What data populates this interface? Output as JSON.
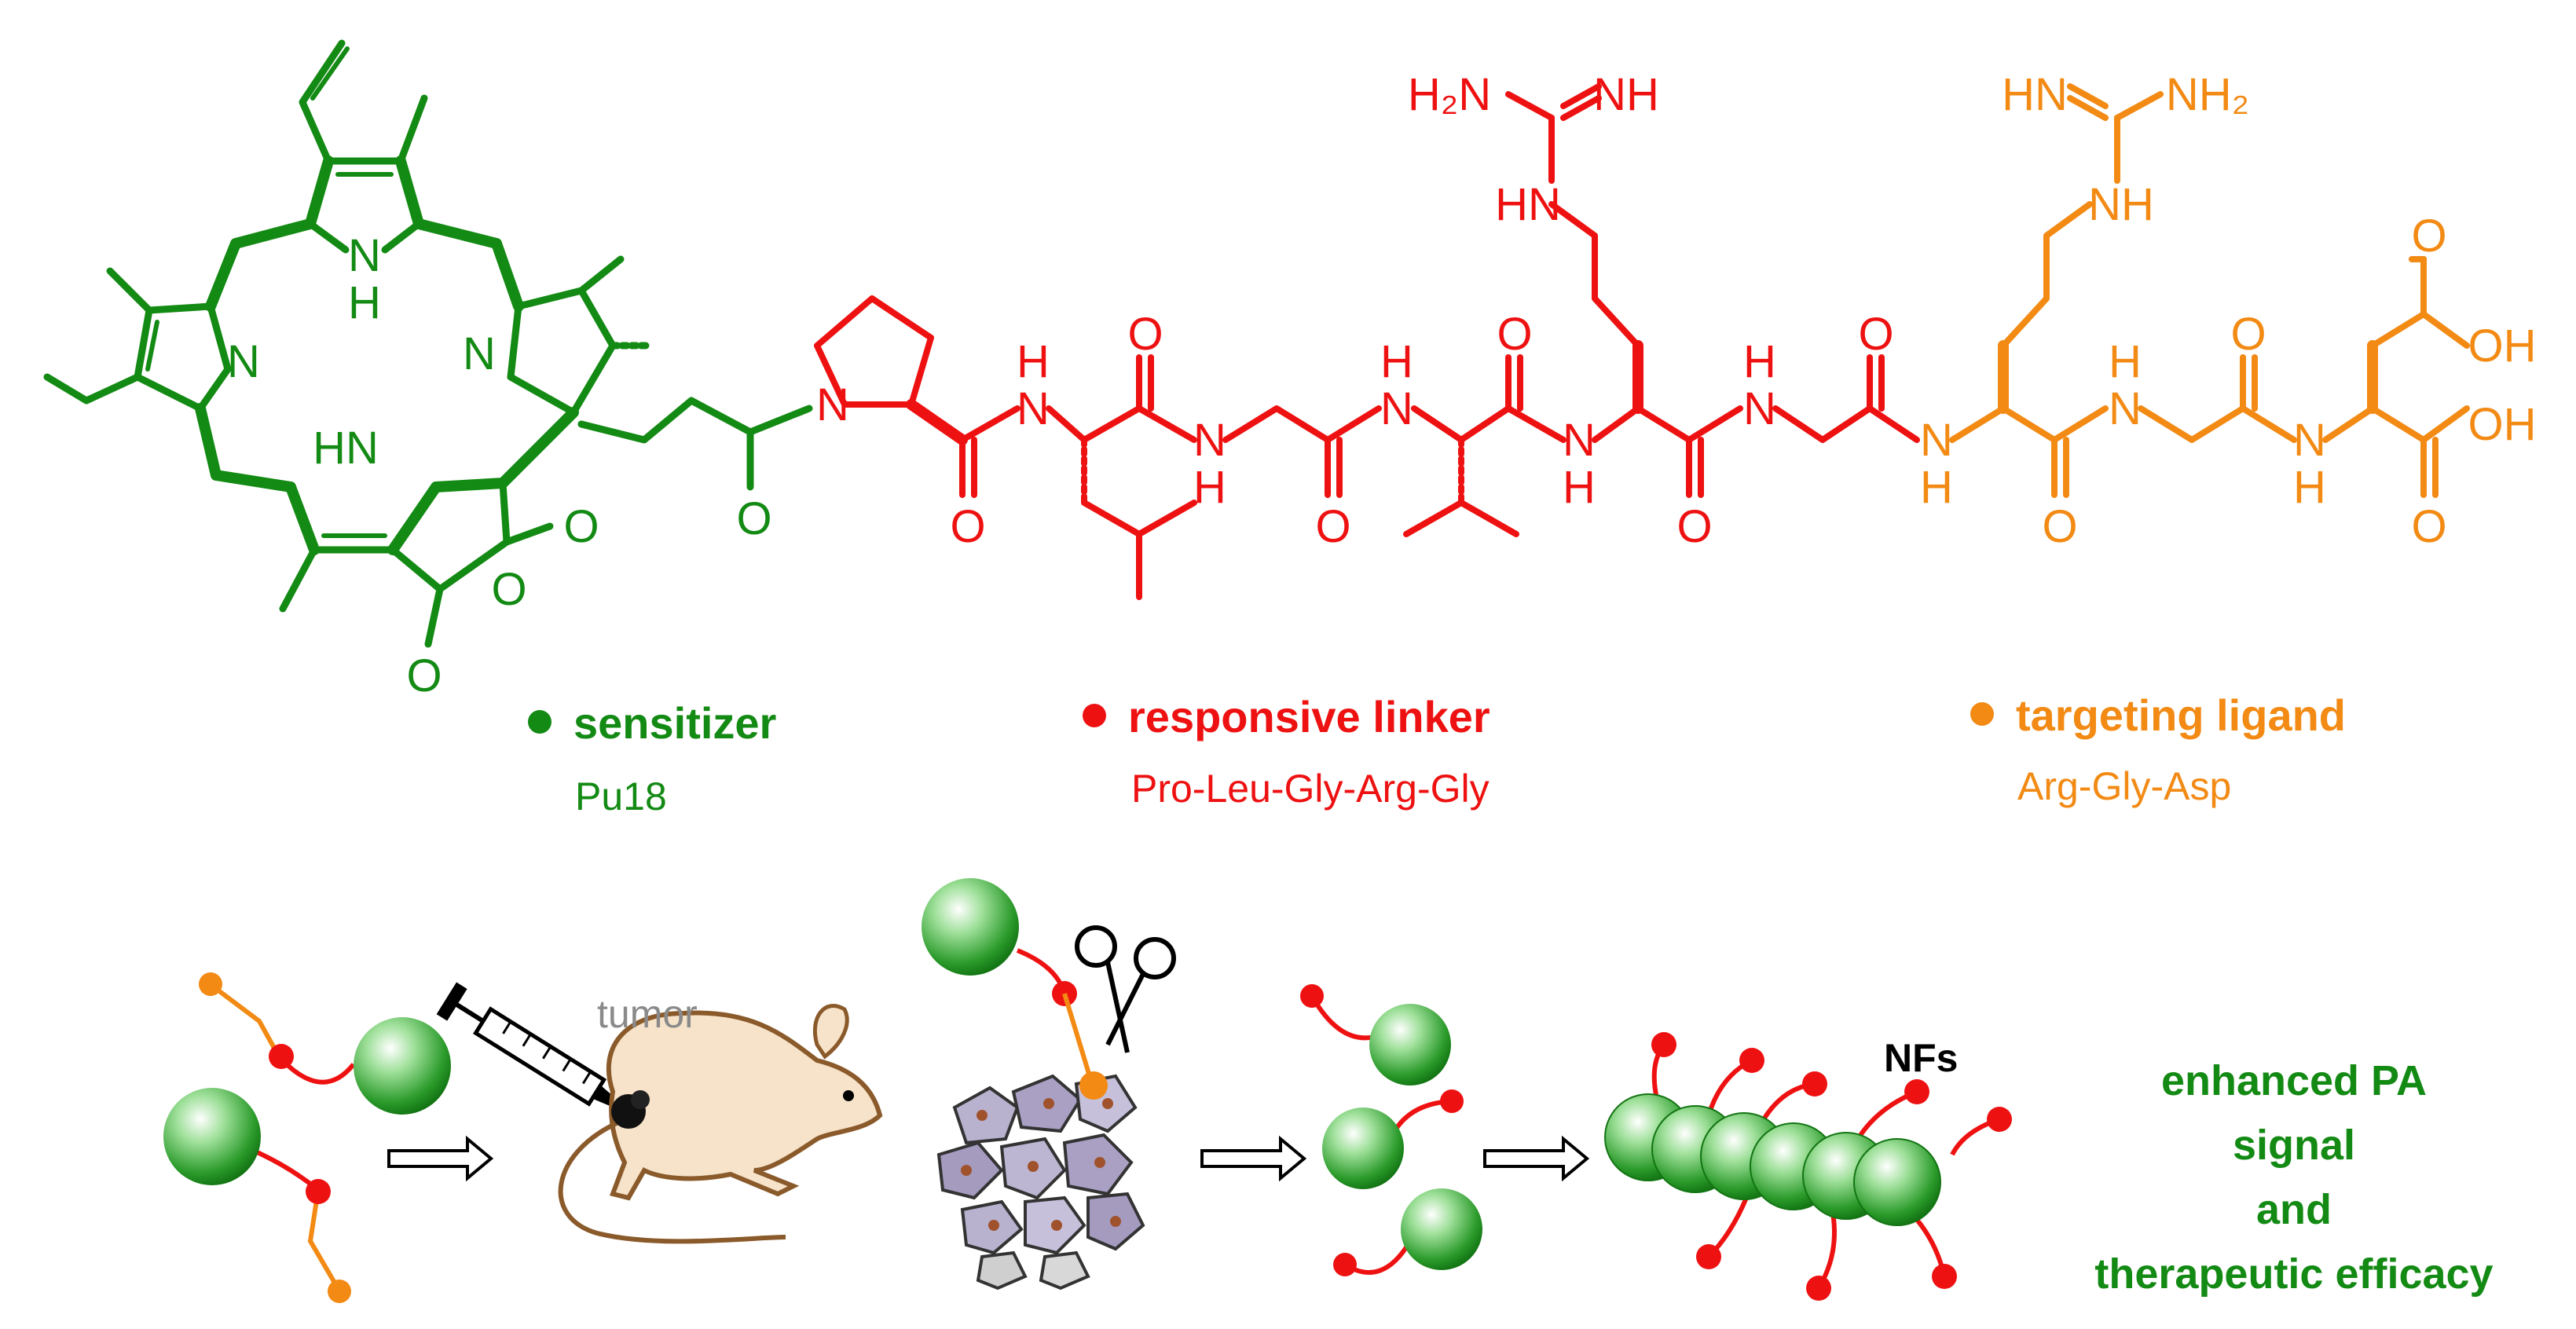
{
  "colors": {
    "sensitizer": "#138a13",
    "linker": "#ee1111",
    "ligand": "#f28a14",
    "tumor_label": "#8a8a8a",
    "mouse_fill": "#f7e3c9",
    "mouse_stroke": "#8a5a2b",
    "outcome": "#138a13"
  },
  "legend": {
    "sensitizer": {
      "title": "sensitizer",
      "subtitle": "Pu18"
    },
    "linker": {
      "title": "responsive linker",
      "subtitle": "Pro-Leu-Gly-Arg-Gly"
    },
    "ligand": {
      "title": "targeting ligand",
      "subtitle": "Arg-Gly-Asp"
    }
  },
  "scheme": {
    "tumor_label": "tumor",
    "nf_label": "NFs",
    "outcome_lines": [
      "enhanced PA",
      "signal",
      "and",
      "therapeutic efficacy"
    ]
  },
  "atoms": {
    "porphyrin_nh_top": "N",
    "porphyrin_h_top": "H",
    "porphyrin_n_left": "N",
    "porphyrin_n_right": "N",
    "porphyrin_nh_bottom": "HN",
    "anhydride_o1": "O",
    "anhydride_o_ring": "O",
    "anhydride_o2": "O",
    "amide_o_pro": "O",
    "pro_n": "N",
    "pro_o": "O",
    "leu_nh": "N",
    "leu_h": "H",
    "leu_o": "O",
    "gly1_nh": "N",
    "gly1_h": "H",
    "gly1_o": "O",
    "val_nh": "N",
    "val_h": "H",
    "val_o": "O",
    "arg1_nh": "N",
    "arg1_h": "H",
    "arg1_o": "O",
    "arg1_guan_nh": "HN",
    "arg1_guan_nh2": "H₂N",
    "arg1_guan_eq": "NH",
    "gly2_nh": "N",
    "gly2_h": "H",
    "gly2_o": "O",
    "arg2_nh": "N",
    "arg2_h": "H",
    "arg2_o": "O",
    "arg2_guan_nh": "NH",
    "arg2_guan_hn": "HN",
    "arg2_guan_nh2": "NH₂",
    "gly3_nh": "N",
    "gly3_h": "H",
    "gly3_o": "O",
    "asp_nh": "N",
    "asp_h": "H",
    "asp_oh1": "OH",
    "asp_o1": "O",
    "asp_oh2": "OH",
    "asp_o2": "O"
  }
}
